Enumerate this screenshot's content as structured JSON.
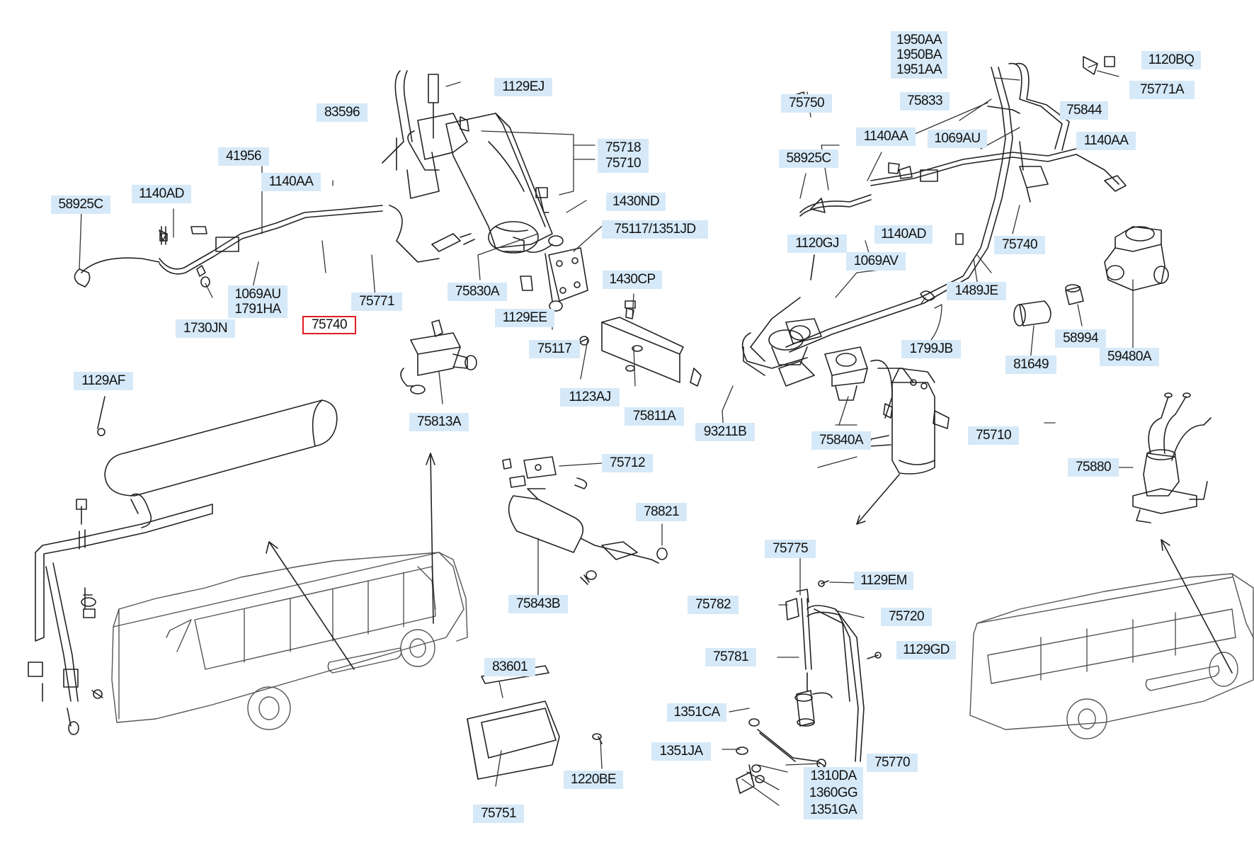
{
  "labels": {
    "p_1950AA": "1950AA",
    "p_1950BA": "1950BA",
    "p_1951AA": "1951AA",
    "p_1120BQ": "1120BQ",
    "p_75771A": "75771A",
    "p_75750": "75750",
    "p_75833": "75833",
    "p_75844": "75844",
    "p_1129EJ": "1129EJ",
    "p_83596": "83596",
    "p_41956": "41956",
    "p_75718": "75718",
    "p_75710_top": "75710",
    "p_1140AA_left": "1140AA",
    "p_58925C_left": "58925C",
    "p_1140AD_left": "1140AD",
    "p_1430ND": "1430ND",
    "p_75117_1351JD": "75117/1351JD",
    "p_1140AA_mid": "1140AA",
    "p_1069AU_right": "1069AU",
    "p_1140AA_right": "1140AA",
    "p_58925C_right": "58925C",
    "p_75740_right": "75740",
    "p_1140AD_right": "1140AD",
    "p_1120GJ": "1120GJ",
    "p_1069AV": "1069AV",
    "p_1069AU_1791HA": "1069AU\n1791HA",
    "p_75771": "75771",
    "p_75830A": "75830A",
    "p_1430CP": "1430CP",
    "p_1730JN": "1730JN",
    "p_75740_sel": "75740",
    "p_1129EE": "1129EE",
    "p_1489JE": "1489JE",
    "p_75117": "75117",
    "p_1799JB": "1799JB",
    "p_81649": "81649",
    "p_58994": "58994",
    "p_59480A": "59480A",
    "p_1129AF": "1129AF",
    "p_1123AJ": "1123AJ",
    "p_75811A": "75811A",
    "p_75813A": "75813A",
    "p_93211B": "93211B",
    "p_75840A": "75840A",
    "p_75710_bot": "75710",
    "p_75712": "75712",
    "p_75880": "75880",
    "p_78821": "78821",
    "p_75775": "75775",
    "p_75843B": "75843B",
    "p_1129EM": "1129EM",
    "p_75782": "75782",
    "p_75720": "75720",
    "p_75781": "75781",
    "p_1129GD": "1129GD",
    "p_83601": "83601",
    "p_1351CA": "1351CA",
    "p_1351JA": "1351JA",
    "p_75770": "75770",
    "p_1220BE": "1220BE",
    "p_1310DA": "1310DA",
    "p_1360GG": "1360GG",
    "p_75751": "75751",
    "p_1351GA": "1351GA"
  },
  "colors": {
    "label_bg": "#d6e9f8",
    "selected_border": "#e01b24",
    "line": "#222222",
    "bus_line": "#555555"
  },
  "selected_part": "75740"
}
